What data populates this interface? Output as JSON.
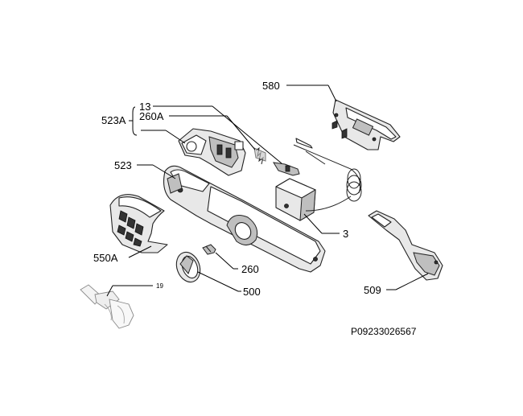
{
  "diagram": {
    "labels": {
      "l580": "580",
      "l523A": "523A",
      "l13": "13",
      "l260A": "260A",
      "l523": "523",
      "l3": "3",
      "l550A": "550A",
      "l260": "260",
      "l500": "500",
      "l509": "509",
      "l19": "19"
    },
    "reference": "P09233026567"
  }
}
